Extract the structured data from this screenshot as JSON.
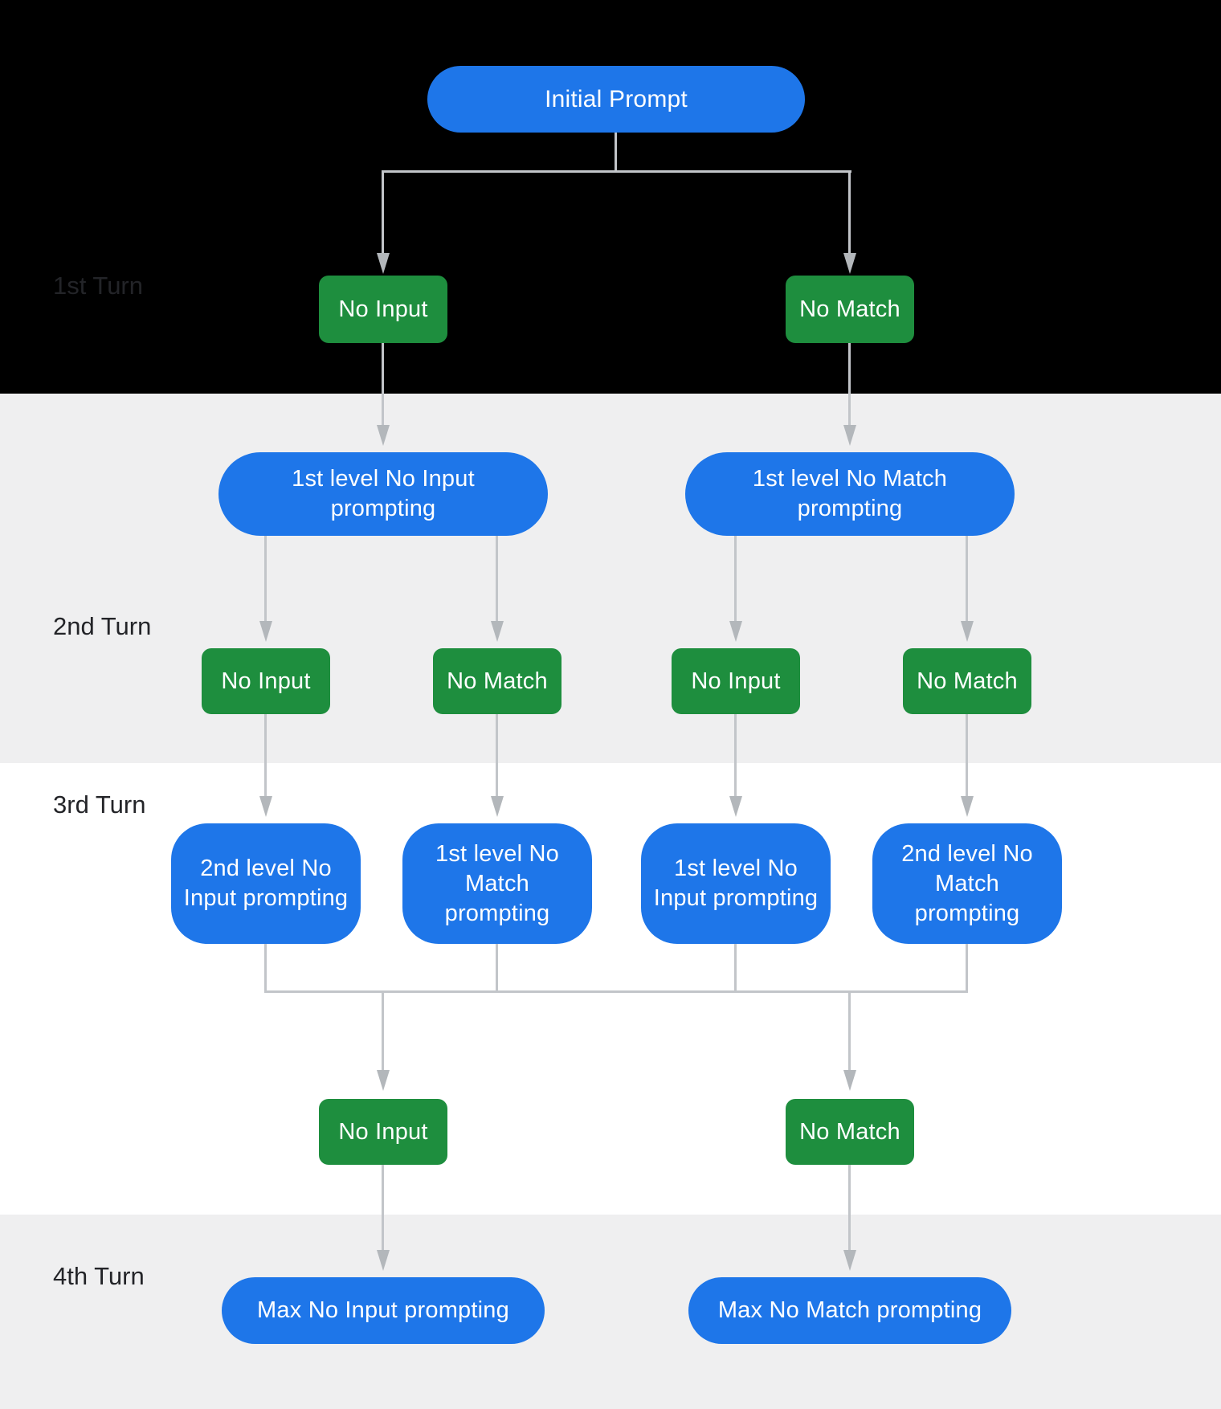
{
  "colors": {
    "node_blue": "#1E76E9",
    "node_green": "#1E8E3E",
    "arrow_line": "#C2C5C9",
    "arrow_head": "#B3B7BB",
    "band_black": "#000000",
    "band_gray": "#EFEFF0",
    "band_white": "#FFFFFF",
    "turn_label": "#232428",
    "node_text": "#FFFFFF"
  },
  "turns": {
    "t1": "1st Turn",
    "t2": "2nd Turn",
    "t3": "3rd Turn",
    "t4": "4th Turn"
  },
  "nodes": {
    "initial_prompt": "Initial Prompt",
    "turn1": {
      "no_input": "No Input",
      "no_match": "No Match"
    },
    "level1": {
      "no_input_prompting": "1st level No Input prompting",
      "no_match_prompting": "1st level No Match prompting"
    },
    "turn2": {
      "left_no_input": "No Input",
      "left_no_match": "No Match",
      "right_no_input": "No Input",
      "right_no_match": "No Match"
    },
    "turn3_prompting": {
      "second_level_no_input": "2nd level No Input prompting",
      "first_level_no_match": "1st level No Match prompting",
      "first_level_no_input": "1st level No Input prompting",
      "second_level_no_match": "2nd level No Match prompting"
    },
    "turn3_events": {
      "no_input": "No Input",
      "no_match": "No Match"
    },
    "turn4": {
      "max_no_input": "Max No Input prompting",
      "max_no_match": "Max No Match prompting"
    }
  }
}
